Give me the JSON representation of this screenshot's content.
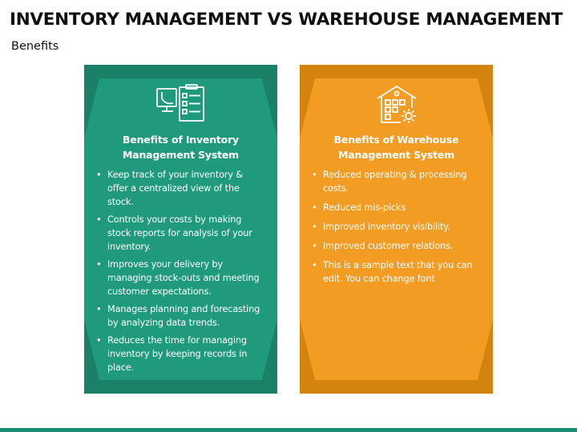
{
  "page": {
    "title": "INVENTORY MANAGEMENT VS WAREHOUSE MANAGEMENT",
    "subtitle": "Benefits"
  },
  "colors": {
    "teal_face": "#1f9a7c",
    "teal_dark": "#16735d",
    "orange_face": "#f39c24",
    "orange_dark": "#c8760c",
    "bottom_bar": "#1a8c73"
  },
  "cards": [
    {
      "icon": "inventory-checklist-icon",
      "heading_line1": "Benefits of Inventory",
      "heading_line2": "Management System",
      "items": [
        "Keep track of your inventory & offer a centralized view of the stock.",
        "Controls your costs by making stock reports for analysis of your inventory.",
        "Improves your delivery by managing stock-outs and meeting customer expectations.",
        "Manages planning and forecasting by analyzing data trends.",
        "Reduces the time for managing inventory by keeping records in place."
      ]
    },
    {
      "icon": "warehouse-gear-icon",
      "heading_line1": "Benefits of Warehouse",
      "heading_line2": "Management System",
      "items": [
        "Reduced operating & processing costs.",
        "Reduced mis-picks",
        "Improved inventory visibility.",
        "Improved customer relations.",
        "This is a sample text that you can edit. You can change font"
      ]
    }
  ]
}
